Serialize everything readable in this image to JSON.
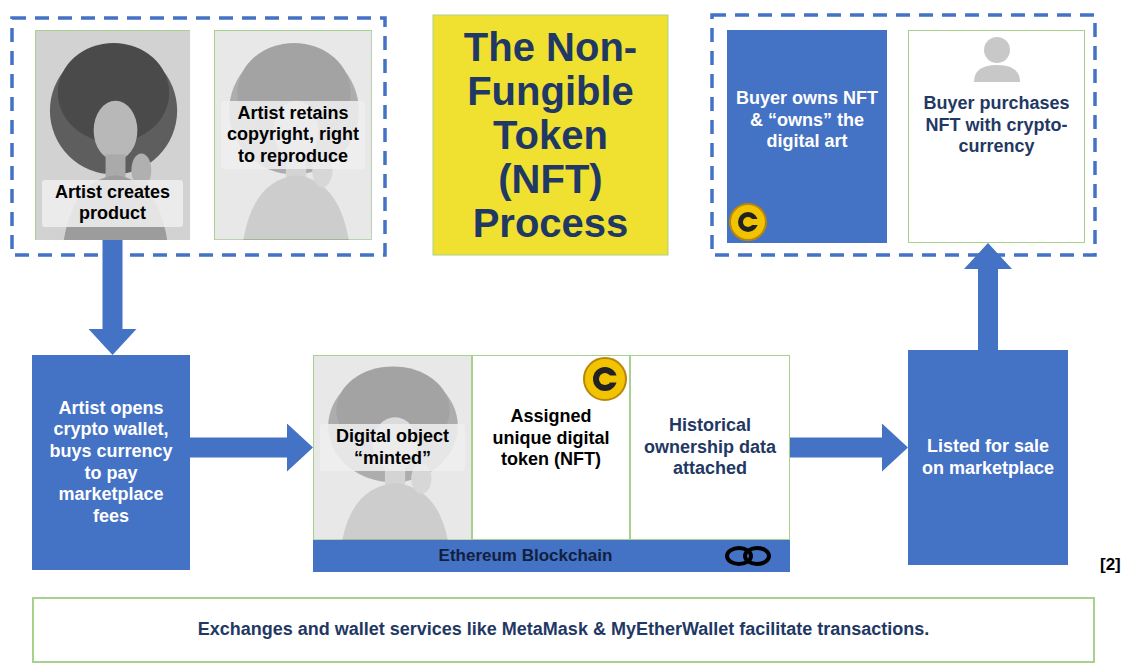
{
  "diagram": {
    "title": "The Non-Fungible Token (NFT) Process",
    "nodes": [
      {
        "text": [
          "Artist creates product"
        ]
      },
      {
        "text": [
          "Artist retains copyright, right to reproduce"
        ]
      },
      {
        "text": [
          "Buyer owns NFT & “owns” the digital art"
        ]
      },
      {
        "text": [
          "Buyer purchases NFT with crypto-currency"
        ]
      },
      {
        "text": [
          "Artist opens crypto wallet, buys currency to pay marketplace fees"
        ]
      },
      {
        "text": [
          "Digital object “minted”"
        ]
      },
      {
        "text": [
          "Assigned unique digital token (NFT)"
        ]
      },
      {
        "text": [
          "Historical ownership data attached"
        ]
      },
      {
        "text": [
          "Ethereum Blockchain"
        ]
      },
      {
        "text": [
          "Listed for sale on marketplace"
        ]
      },
      {
        "text": [
          "Exchanges and wallet services like MetaMask & MyEtherWallet facilitate transactions."
        ]
      }
    ],
    "edges": [
      {
        "from": 0,
        "to": 4,
        "arrow": "to"
      },
      {
        "from": 4,
        "to": 5,
        "arrow": "to"
      },
      {
        "from": 7,
        "to": 9,
        "arrow": "to"
      },
      {
        "from": 9,
        "to": 3,
        "arrow": "to"
      }
    ],
    "labels": [
      "[2]"
    ]
  }
}
